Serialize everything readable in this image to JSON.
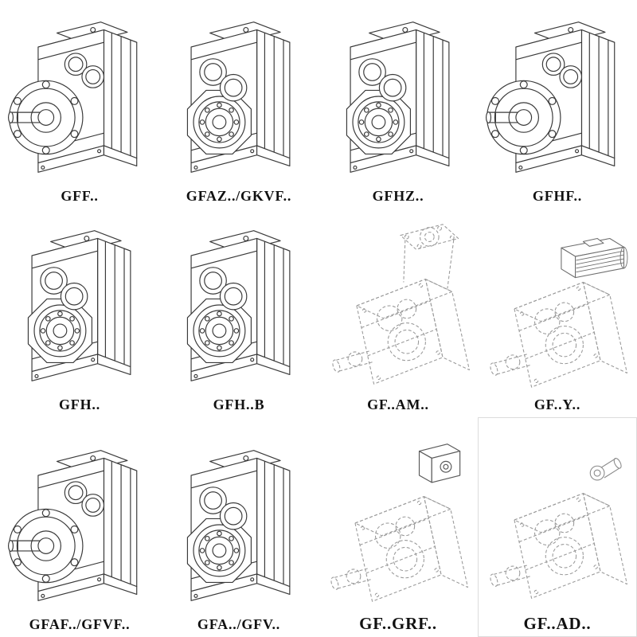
{
  "page": {
    "background": "#ffffff",
    "description_labels_only": "catalog grid of gear reducer model drawings"
  },
  "colors": {
    "line": "#3a3a3a",
    "ghost-line": "#9a9a9a",
    "accent-line": "#5a5a5a",
    "label": "#111111"
  },
  "catalog": {
    "rows": 3,
    "cols": 4,
    "items": [
      {
        "label": "GFF..",
        "variant": "flange-output",
        "line_style": "solid"
      },
      {
        "label": "GFAZ../GKVF..",
        "variant": "hollow-shaft",
        "line_style": "solid"
      },
      {
        "label": "GFHZ..",
        "variant": "hollow-shaft",
        "line_style": "solid"
      },
      {
        "label": "GFHF..",
        "variant": "flange-output",
        "line_style": "solid"
      },
      {
        "label": "GFH..",
        "variant": "hollow-shaft",
        "line_style": "solid"
      },
      {
        "label": "GFH..B",
        "variant": "hollow-shaft",
        "line_style": "solid"
      },
      {
        "label": "GF..AM..",
        "variant": "motor-flange",
        "line_style": "dashed"
      },
      {
        "label": "GF..Y..",
        "variant": "motor-mounted",
        "line_style": "dashed"
      },
      {
        "label": "GFAF../GFVF..",
        "variant": "flange-output",
        "line_style": "solid"
      },
      {
        "label": "GFA../GFV..",
        "variant": "hollow-shaft",
        "line_style": "solid"
      },
      {
        "label": "GF..GRF..",
        "variant": "input-adapter",
        "line_style": "dashed"
      },
      {
        "label": "GF..AD..",
        "variant": "input-shaft",
        "line_style": "dashed"
      }
    ]
  }
}
